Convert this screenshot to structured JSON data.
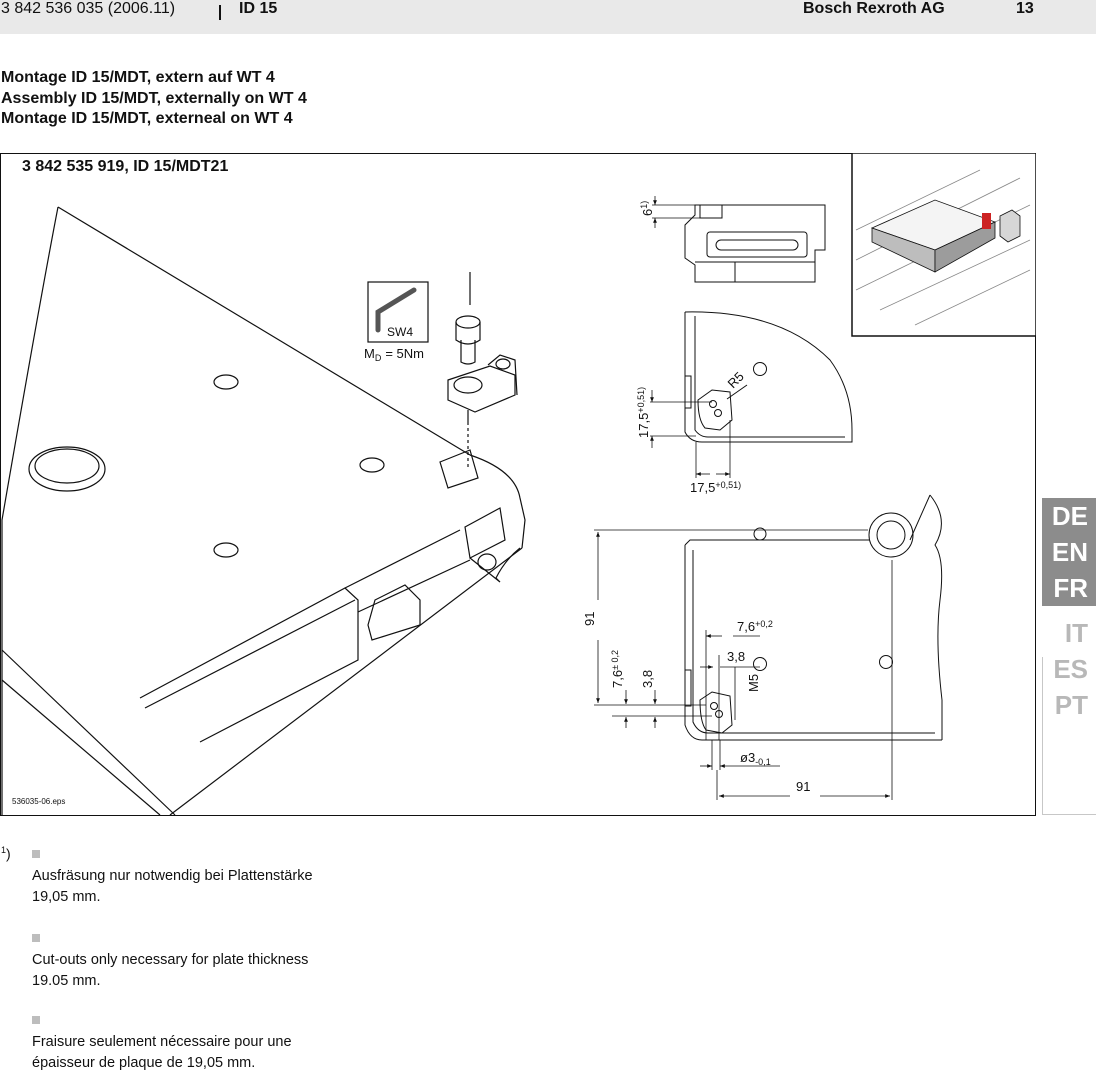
{
  "header": {
    "doc_number": "3 842 536 035 (2006.11)",
    "doc_id": "ID 15",
    "company": "Bosch Rexroth AG",
    "page_number": "13"
  },
  "titles": {
    "de": "Montage ID 15/MDT, extern auf WT 4",
    "en": "Assembly ID 15/MDT, externally on WT 4",
    "fr": "Montage ID 15/MDT, externeal on WT 4"
  },
  "figure": {
    "title": "3 842 535 919, ID 15/MDT21",
    "file_id": "536035-06.eps",
    "tool_label": "SW4",
    "torque_prefix": "M",
    "torque_sub": "D",
    "torque_value": "= 5Nm",
    "dimensions": {
      "top_depth": "6",
      "top_depth_note": "1)",
      "corner_y": "17,5",
      "corner_y_tol": "+0,5",
      "corner_y_note": "1)",
      "corner_x": "17,5",
      "corner_x_tol": "+0,5",
      "corner_x_note": "1)",
      "radius": "R5",
      "total_height": "91",
      "total_width": "91",
      "pos_x": "7,6",
      "pos_x_tol": "+0,2",
      "pos_y": "7,6",
      "pos_y_tol": "± 0,2",
      "offset_x": "3,8",
      "offset_y": "3,8",
      "thread": "M5",
      "hole_prefix": "ø",
      "hole_dia": "3",
      "hole_tol": "-0,1"
    }
  },
  "languages": {
    "active": [
      "DE",
      "EN",
      "FR"
    ],
    "inactive": [
      "IT",
      "ES",
      "PT"
    ]
  },
  "footnote": {
    "marker": "1",
    "marker_close": ")",
    "de": "Ausfräsung nur notwendig bei Plattenstärke 19,05 mm.",
    "en": "Cut-outs only necessary for plate thickness 19.05 mm.",
    "fr": "Fraisure seulement nécessaire pour une épaisseur de plaque de 19,05 mm."
  }
}
